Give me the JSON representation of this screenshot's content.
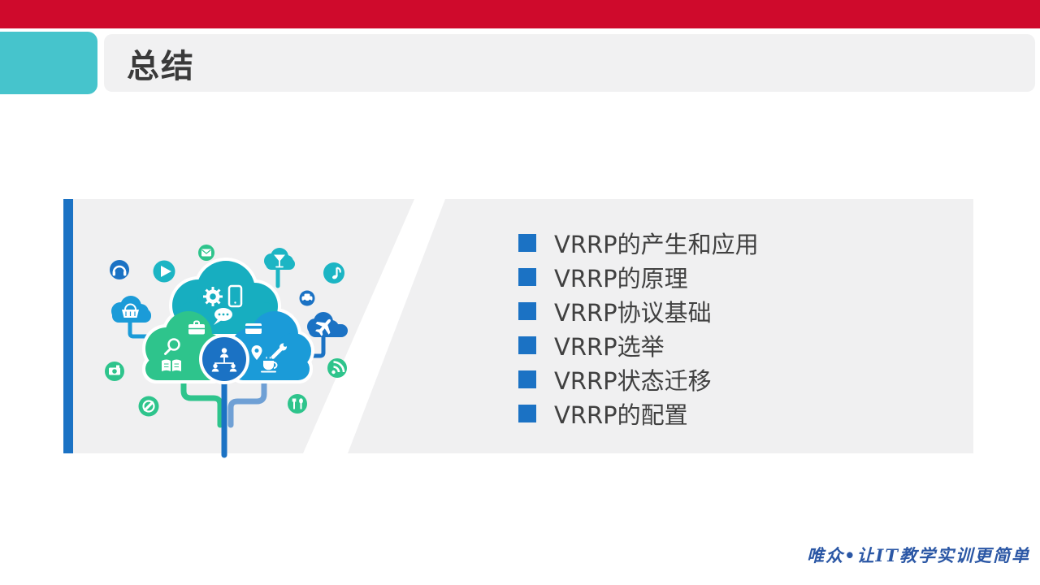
{
  "header": {
    "title": "总结"
  },
  "topics": {
    "items": [
      "VRRP的产生和应用",
      "VRRP的原理",
      "VRRP协议基础",
      "VRRP选举",
      "VRRP状态迁移",
      "VRRP的配置"
    ]
  },
  "footer": {
    "brand_text": "唯众•让IT教学实训更简单"
  },
  "colors": {
    "top_bar_red": "#cf0a2c",
    "tab_teal": "#46c4cc",
    "header_bar_gray": "#f1f1f2",
    "title_dark": "#3a3a3a",
    "panel_gray": "#f0f0f1",
    "accent_blue": "#1b72c4",
    "bullet_blue": "#1b72c4",
    "topic_text": "#404040",
    "watermark_blue": "#2b57a5",
    "cloud_teal": "#17aec0",
    "cloud_green": "#2ec48c",
    "cloud_blue": "#1b9bd8",
    "hub_blue": "#1b72c4",
    "satellite_teal": "#1cb5c4",
    "trunk_steel": "#6fa0d5"
  },
  "illustration": {
    "icon_names": [
      "headphones-icon",
      "play-icon",
      "mail-icon",
      "cocktail-icon",
      "music-note-icon",
      "car-icon",
      "airplane-icon",
      "rss-icon",
      "cutlery-icon",
      "shopping-basket-icon",
      "camera-icon",
      "phone-call-icon",
      "gear-icon",
      "smartphone-icon",
      "chat-bubble-icon",
      "briefcase-icon",
      "search-icon",
      "book-icon",
      "credit-card-icon",
      "map-pin-icon",
      "wrench-icon",
      "coffee-cup-icon",
      "network-users-icon"
    ]
  }
}
